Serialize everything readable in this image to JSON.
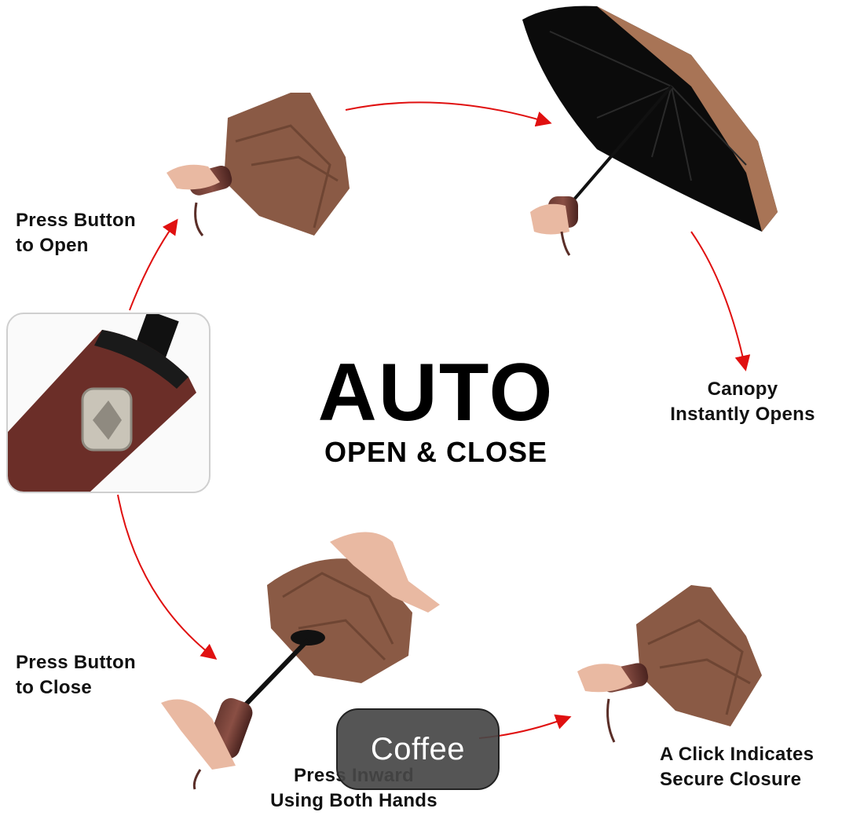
{
  "title": {
    "main": "AUTO",
    "sub": "OPEN & CLOSE"
  },
  "steps": {
    "open": {
      "line1": "Press Button",
      "line2": "to Open"
    },
    "canopy": {
      "line1": "Canopy",
      "line2": "Instantly Opens"
    },
    "close": {
      "line1": "Press Button",
      "line2": "to Close"
    },
    "inward": {
      "line1": "Press Inward",
      "line2": "Using Both Hands"
    },
    "click": {
      "line1": "A Click Indicates",
      "line2": "Secure Closure"
    }
  },
  "badge": {
    "label": "Coffee"
  },
  "colors": {
    "canopy": "#8a5a45",
    "canopy_dark": "#6e4533",
    "canopy_inner": "#0b0b0b",
    "handle": "#5a2e28",
    "arrow": "#e01010",
    "skin": "#e9b9a2"
  }
}
